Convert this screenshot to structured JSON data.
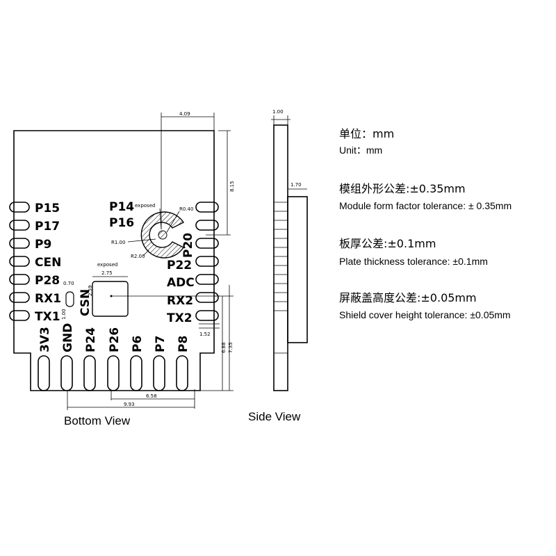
{
  "views": {
    "bottom_label": "Bottom View",
    "side_label": "Side View"
  },
  "left_pins": [
    "P15",
    "P17",
    "P9",
    "CEN",
    "P28",
    "RX1",
    "TX1"
  ],
  "right_pins": [
    "P20",
    "P22",
    "ADC",
    "RX2",
    "TX2"
  ],
  "top_left_pins": [
    "P14",
    "P16"
  ],
  "bottom_pins": [
    "3V3",
    "GND",
    "P24",
    "P26",
    "P6",
    "P7",
    "P8"
  ],
  "csn_label": "CSN",
  "dimensions": {
    "top_width": "4.09",
    "right_height": "8.15",
    "ring_r_outer": "R0.40",
    "ring_r1": "R1.00",
    "ring_r2": "R2.00",
    "exposed_top": "exposed",
    "exposed_pad": "exposed",
    "pad_width": "2.75",
    "pad_height": "2.59",
    "small_w": "0.70",
    "small_h": "1.00",
    "right_pin_step": "1.52",
    "bottom_h1": "6.88",
    "bottom_h2": "7.35",
    "bottom_w1": "6.58",
    "bottom_w2": "9.93",
    "side_thickness": "1.00",
    "shield_thickness": "1.70"
  },
  "notes": [
    {
      "cn": "单位：mm",
      "en": "Unit：mm"
    },
    {
      "cn": "模组外形公差:±0.35mm",
      "en": "Module form factor tolerance: ± 0.35mm"
    },
    {
      "cn": "板厚公差:±0.1mm",
      "en": "Plate thickness tolerance: ±0.1mm"
    },
    {
      "cn": "屏蔽盖高度公差:±0.05mm",
      "en": "Shield cover height tolerance: ±0.05mm"
    }
  ]
}
